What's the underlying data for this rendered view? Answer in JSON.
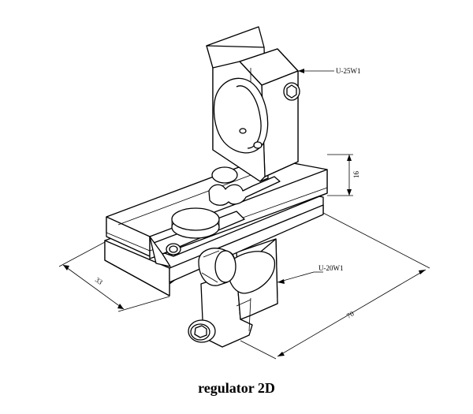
{
  "caption": "regulator 2D",
  "callouts": {
    "top_clamp": "U-25W1",
    "bottom_clamp": "U-20W1"
  },
  "dimensions": {
    "height": "16",
    "depth": "33",
    "length": "70"
  },
  "colors": {
    "line": "#000000",
    "background": "#ffffff"
  }
}
